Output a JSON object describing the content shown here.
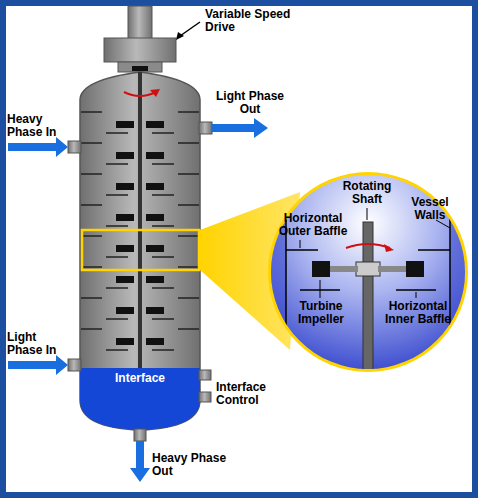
{
  "diagram": {
    "labels": [
      "Variable Speed Drive",
      "Light Phase Out",
      "Heavy Phase In",
      "Rotating Shaft",
      "Horizontal Outer Baffle",
      "Vessel Walls",
      "Turbine Impeller",
      "Horizontal Inner Baffle",
      "Light Phase In",
      "Interface",
      "Interface Control",
      "Heavy Phase Out"
    ]
  }
}
